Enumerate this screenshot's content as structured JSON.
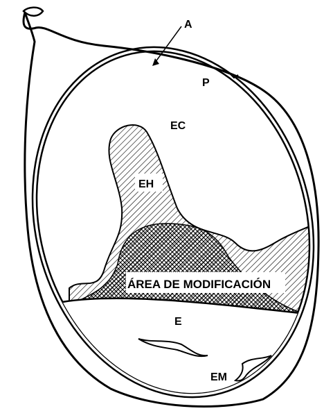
{
  "diagram": {
    "labels": {
      "A": "A",
      "P": "P",
      "EC": "EC",
      "EH": "EH",
      "area": "ÁREA DE MODIFICACIÓN",
      "E": "E",
      "EM": "EM"
    },
    "colors": {
      "ink": "#000000",
      "paper": "#ffffff"
    }
  }
}
